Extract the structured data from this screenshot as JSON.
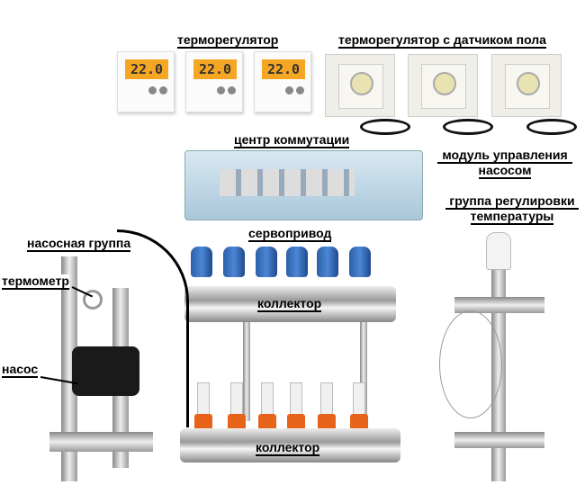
{
  "labels": {
    "thermostat": "терморегулятор",
    "thermostat_floor_sensor": "терморегулятор с датчиком пола",
    "switching_center": "центр коммутации",
    "pump_control_module_line1": "модуль управления",
    "pump_control_module_line2": "насосом",
    "temp_control_group_line1": "группа регулировки",
    "temp_control_group_line2": "температуры",
    "pump_group": "насосная группа",
    "servo_drive": "сервопривод",
    "thermometer": "термометр",
    "collector_top": "коллектор",
    "pump": "насос",
    "collector_bottom": "коллектор"
  },
  "thermostat_display": "22.0",
  "colors": {
    "display": "#f5a623",
    "servo_caps": "#2c5fa8",
    "flow_valves": "#e8631a",
    "control_box": "#bcd6e6"
  }
}
